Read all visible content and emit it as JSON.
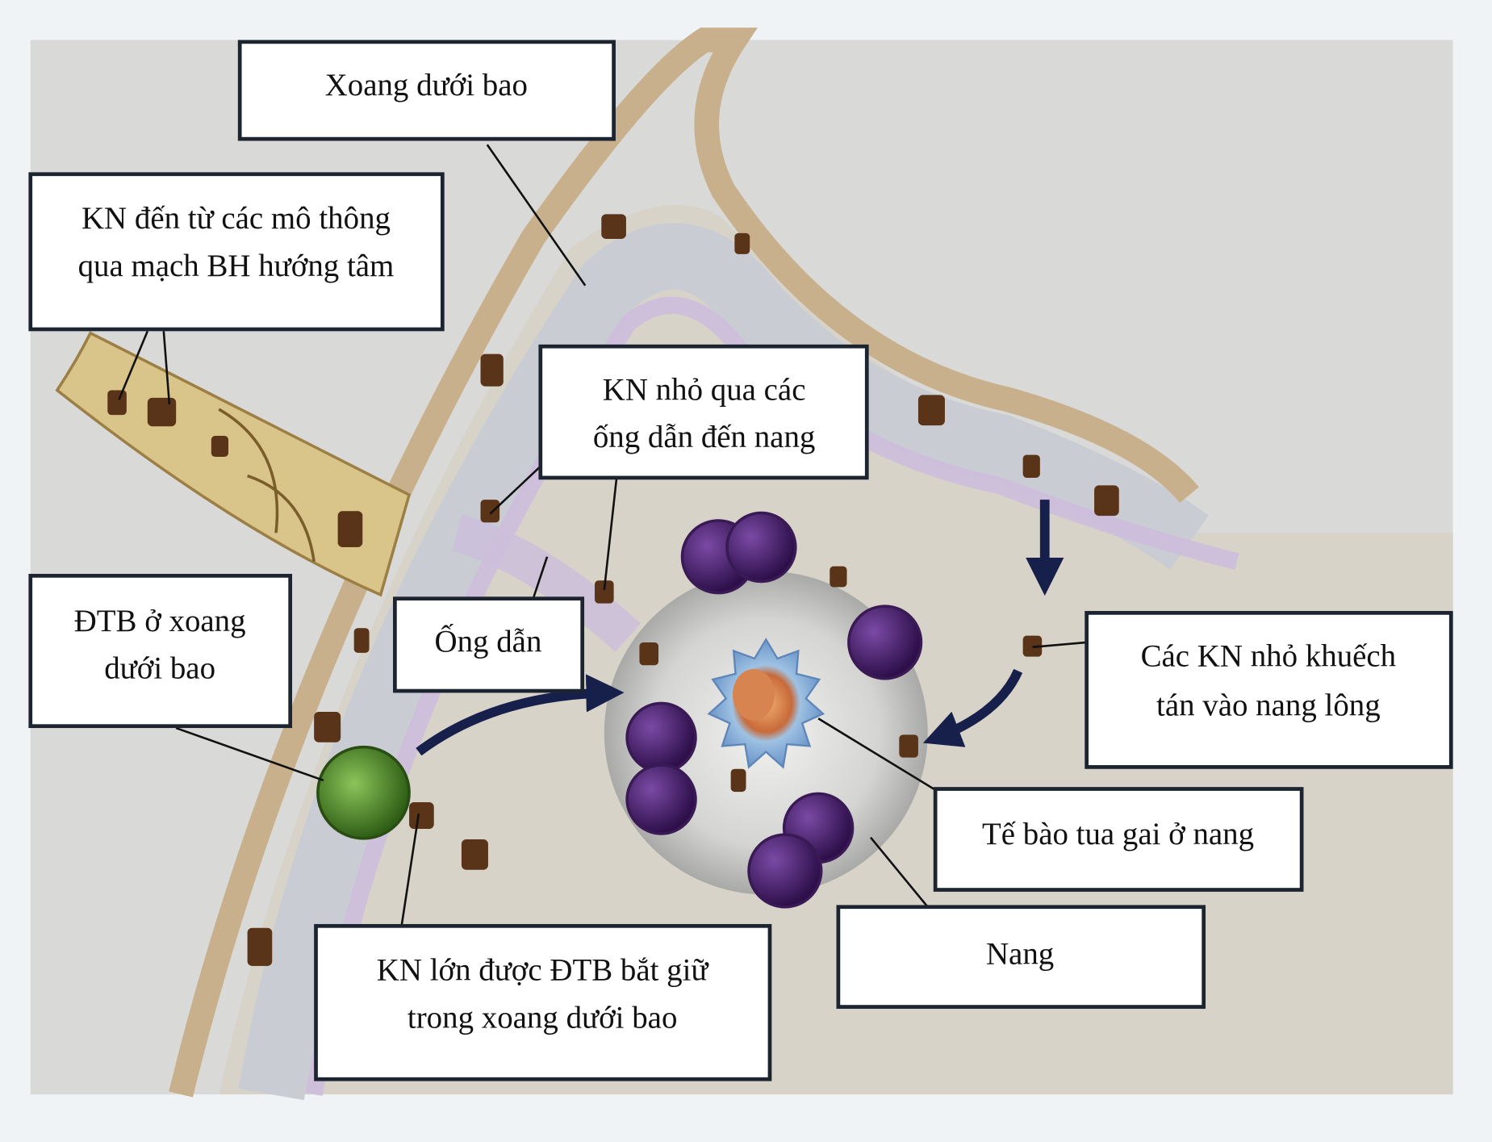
{
  "labels": {
    "subcapsular_sinus": "Xoang dưới bao",
    "afferent_line1": "KN đến từ các mô thông",
    "afferent_line2": "qua mạch BH hướng tâm",
    "small_ag_line1": "KN nhỏ qua các",
    "small_ag_line2": "ống dẫn đến nang",
    "macrophage_line1": "ĐTB ở xoang",
    "macrophage_line2": "dưới bao",
    "conduit": "Ống dẫn",
    "diffuse_line1": "Các KN nhỏ khuếch",
    "diffuse_line2": "tán vào nang lông",
    "fdc": "Tế bào tua gai ở nang",
    "follicle": "Nang",
    "large_ag_line1": "KN lớn được ĐTB bắt giữ",
    "large_ag_line2": "trong xoang dưới bao"
  },
  "colors": {
    "background": "#d9d9d7",
    "capsule": "#c9b08c",
    "sinus": "#c9cdd3",
    "endothelium": "#cdbedb",
    "b_cell": "#4a1f6e",
    "macrophage": "#4f8a2a",
    "antigen": "#5a3418",
    "arrow": "#17204a"
  }
}
